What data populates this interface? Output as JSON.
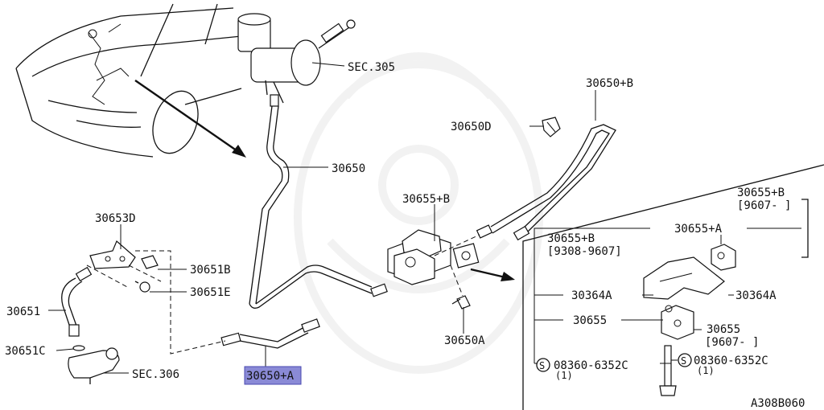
{
  "labels": {
    "sec_305": "SEC.305",
    "p30650_b": "30650+B",
    "p30650d": "30650D",
    "p30650": "30650",
    "p30655_b": "30655+B",
    "p30653d": "30653D",
    "p30651b": "30651B",
    "p30651e": "30651E",
    "p30651": "30651",
    "p30651c": "30651C",
    "sec_306": "SEC.306",
    "p30650a": "30650A",
    "p30650_a": "30650+A"
  },
  "detail": {
    "p30655_b_late": "30655+B",
    "p30655_b_late_range": "[9607-   ]",
    "p30655_a": "30655+A",
    "p30655_b_early": "30655+B",
    "p30655_b_early_range": "[9308-9607]",
    "p30364a_left": "30364A",
    "p30364a_right": "30364A",
    "p30655_left": "30655",
    "p30655_right": "30655",
    "p30655_right_range": "[9607-   ]",
    "bolt_left": "08360-6352C",
    "bolt_left_qty": "(1)",
    "bolt_right": "08360-6352C",
    "bolt_right_qty": "(1)"
  },
  "diagram_code": "A308B060",
  "colors": {
    "line": "#111111",
    "highlight": "#8a8ad6",
    "background": "#ffffff"
  }
}
